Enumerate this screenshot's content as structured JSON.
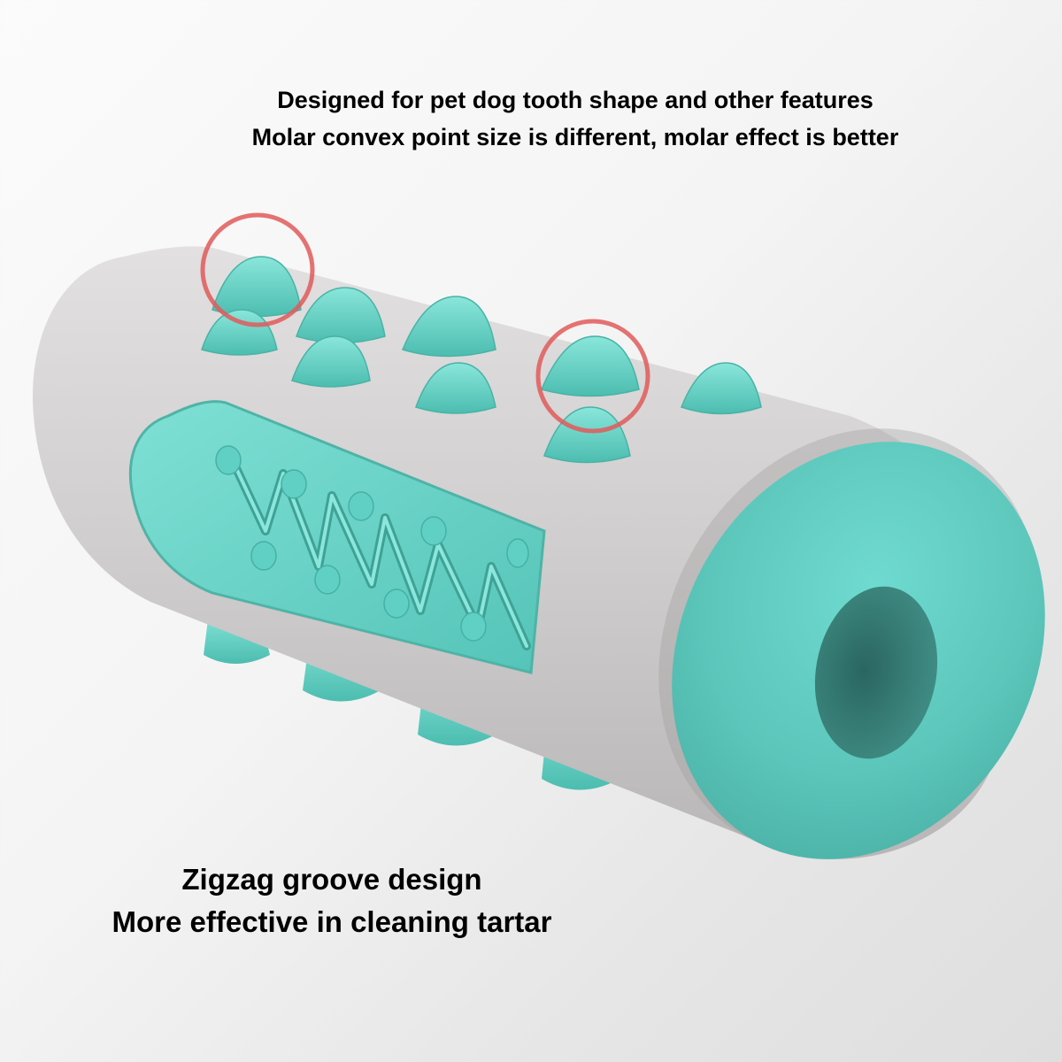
{
  "product": {
    "name": "Dog chew toothbrush toy",
    "colors": {
      "body": "#cfcdcd",
      "accent": "#5fd3c6",
      "accent_dark": "#3fa89c",
      "hole": "#2f6e67",
      "highlight_circle": "#e05a5a",
      "background_light": "#fbfbfb",
      "background_dark": "#dedede"
    }
  },
  "captions": {
    "top": {
      "line1": "Designed for pet dog tooth shape and other features",
      "line2": "Molar convex point size is different, molar effect is better"
    },
    "bottom": {
      "line1": "Zigzag groove design",
      "line2": "More effective in cleaning tartar"
    }
  },
  "callouts": [
    {
      "label": "molar-convex-point-highlight-1"
    },
    {
      "label": "molar-convex-point-highlight-2"
    }
  ]
}
